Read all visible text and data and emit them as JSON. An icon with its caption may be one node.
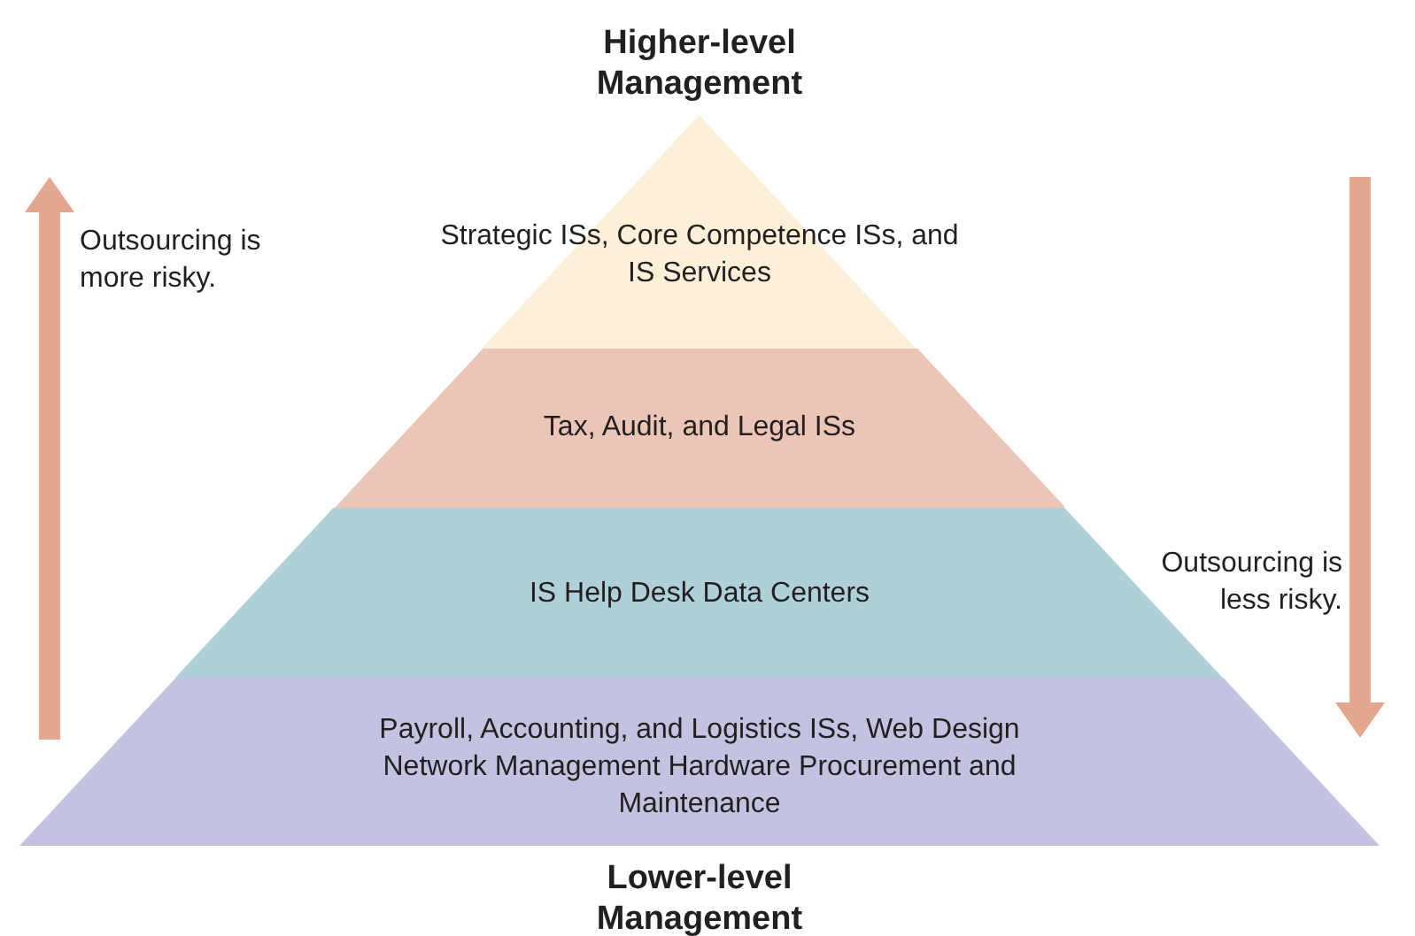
{
  "diagram": {
    "nodes": [
      {
        "text": [
          "Strategic ISs, Core Competence ISs, and IS Services"
        ]
      },
      {
        "text": [
          "Tax, Audit, and Legal ISs"
        ]
      },
      {
        "text": [
          "IS Help Desk Data Centers"
        ]
      },
      {
        "text": [
          "Payroll, Accounting, and Logistics ISs, Web Design Network Management Hardware Procurement and Maintenance"
        ]
      }
    ],
    "labels": [
      "Higher-level Management",
      "Outsourcing is more risky.",
      "Outsourcing is less risky.",
      "Lower-level Management"
    ]
  }
}
